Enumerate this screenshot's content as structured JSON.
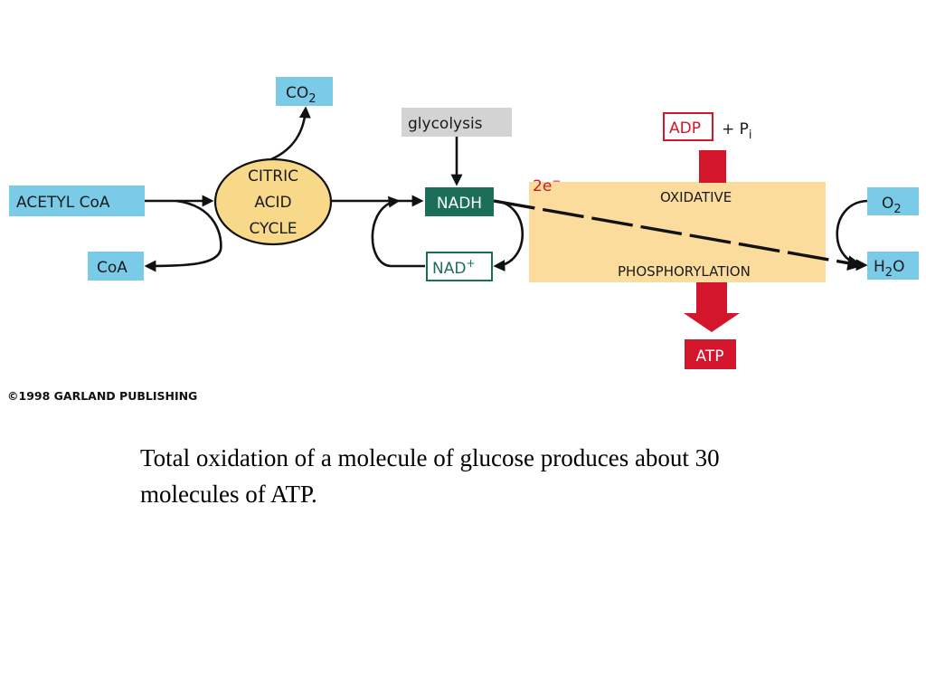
{
  "diagram": {
    "co2": {
      "main": "CO",
      "sub": "2"
    },
    "acetyl_coa": "ACETYL CoA",
    "coa": "CoA",
    "citric_cycle": [
      "CITRIC",
      "ACID",
      "CYCLE"
    ],
    "glycolysis": "glycolysis",
    "nadh": "NADH",
    "nad_plus": {
      "main": "NAD",
      "sup": "+"
    },
    "electrons": {
      "main": "2e",
      "sup": "−"
    },
    "adp": "ADP",
    "pi": {
      "main": "+ P",
      "sub": "i"
    },
    "oxidative": "OXIDATIVE",
    "phosphorylation": "PHOSPHORYLATION",
    "o2": {
      "main": "O",
      "sub": "2"
    },
    "h2o": {
      "pre": "H",
      "sub": "2",
      "post": "O"
    },
    "atp": "ATP",
    "copyright": "©1998 GARLAND PUBLISHING"
  },
  "caption": "Total oxidation of a molecule of glucose produces about 30 molecules of ATP.",
  "colors": {
    "blue_box": "#79cbe8",
    "cycle_fill": "#f8d98a",
    "glycolysis_box": "#d3d3d3",
    "nadh_box": "#1b6f5a",
    "oxphos_box": "#fbdc9c",
    "red": "#d4162c"
  }
}
